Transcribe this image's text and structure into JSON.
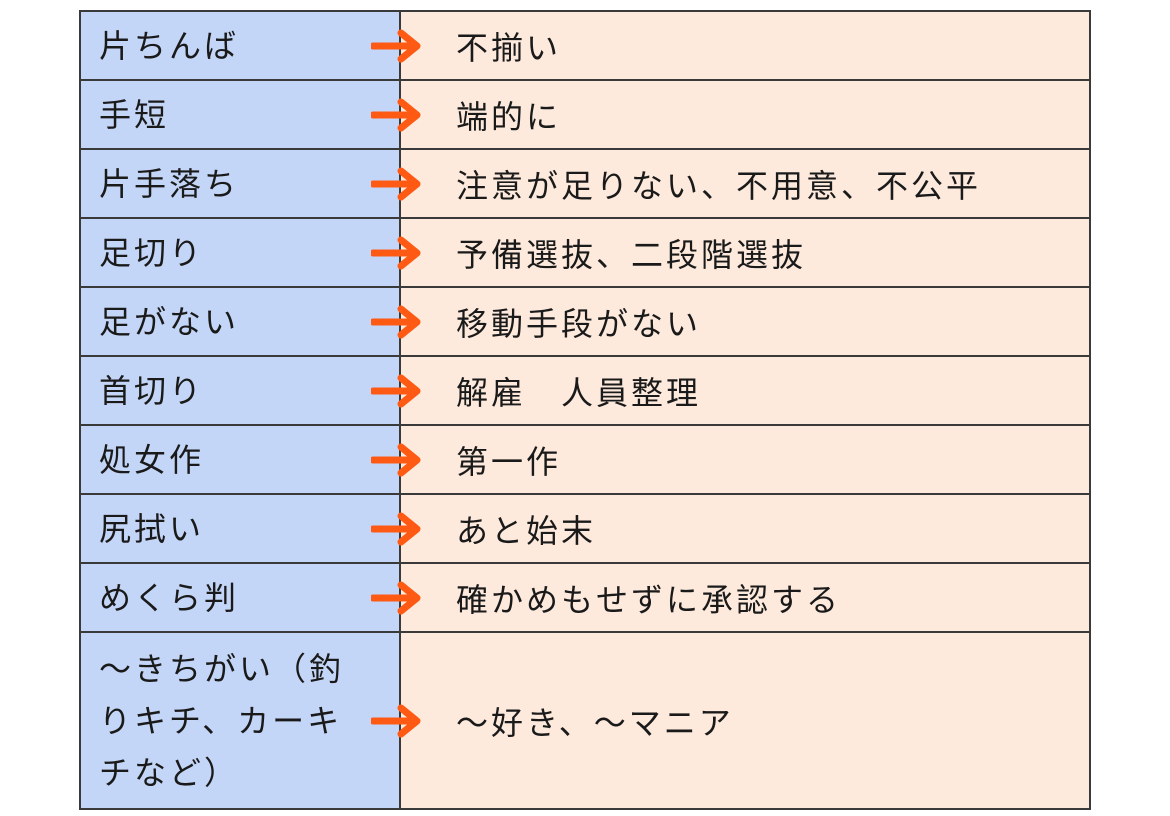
{
  "rows": [
    {
      "term": "片ちんば",
      "meaning": "不揃い"
    },
    {
      "term": "手短",
      "meaning": "端的に"
    },
    {
      "term": "片手落ち",
      "meaning": "注意が足りない、不用意、不公平"
    },
    {
      "term": "足切り",
      "meaning": "予備選抜、二段階選抜"
    },
    {
      "term": "足がない",
      "meaning": "移動手段がない"
    },
    {
      "term": "首切り",
      "meaning": "解雇　人員整理"
    },
    {
      "term": "処女作",
      "meaning": "第一作"
    },
    {
      "term": "尻拭い",
      "meaning": "あと始末"
    },
    {
      "term": "めくら判",
      "meaning": "確かめもせずに承認する"
    },
    {
      "term": "～きちがい（釣りキチ、カーキチなど）",
      "meaning": "～好き、～マニア"
    }
  ],
  "colors": {
    "term_bg": "#c4d6f7",
    "meaning_bg": "#fdeadd",
    "arrow": "#ff5a14",
    "border": "#3a3a3a"
  },
  "icons": {
    "arrow": "right-arrow-icon"
  }
}
